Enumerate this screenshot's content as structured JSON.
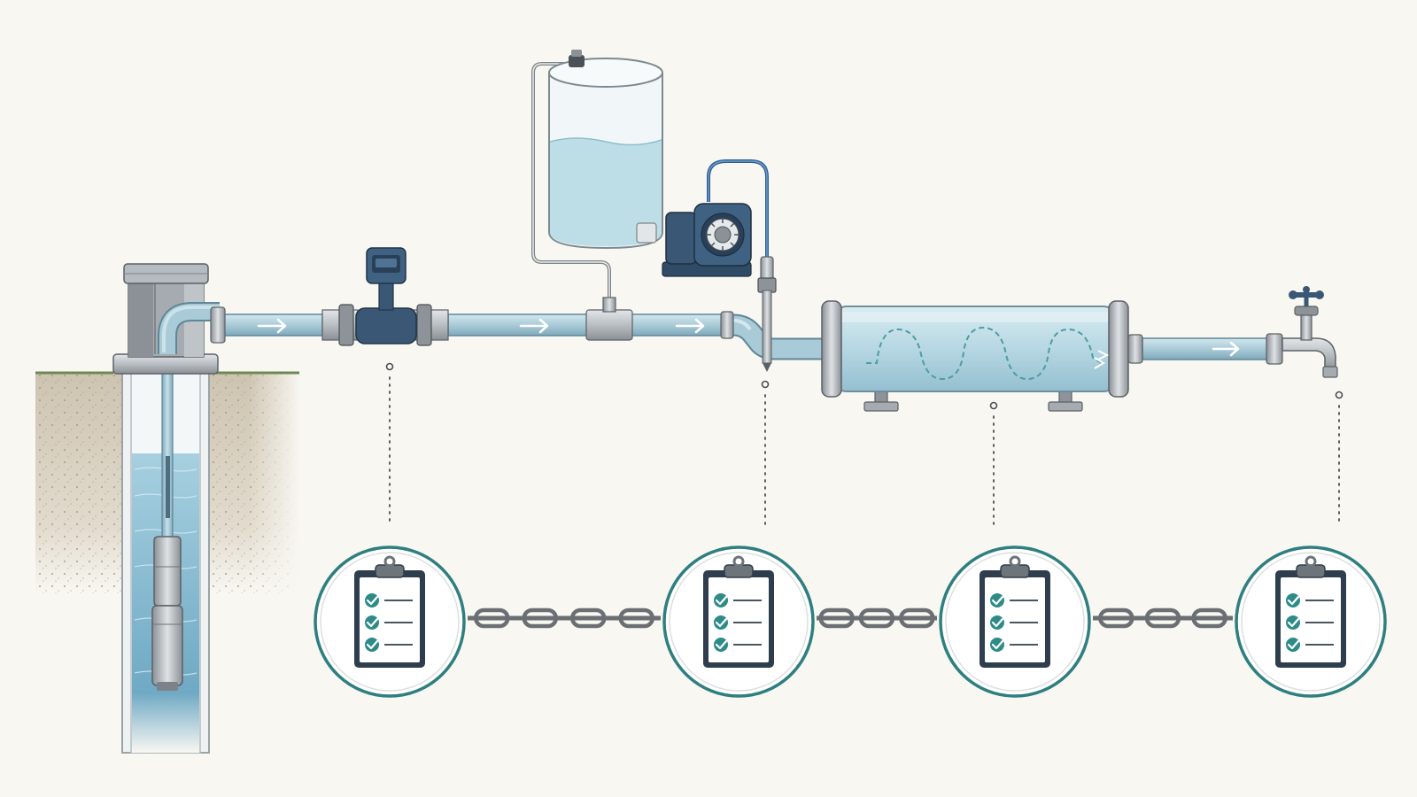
{
  "diagram": {
    "description_text": "",
    "colors": {
      "background": "#f8f7f2",
      "pipe": "#a9cbd8",
      "pipe_dark": "#6f9cae",
      "water": "#8fc1d6",
      "metal": "#b9bec2",
      "metal_dark": "#5c6166",
      "equipment_blue": "#3a5876",
      "checkpoint_ring": "#2f7f80",
      "check_teal": "#2e8b88",
      "chain": "#6b6f73",
      "soil": "#cfc6b5"
    },
    "components": [
      {
        "id": "well",
        "icon": "well-with-submersible-pump-icon"
      },
      {
        "id": "flow-meter",
        "icon": "flow-meter-icon"
      },
      {
        "id": "chemical-tank",
        "icon": "chemical-tank-icon"
      },
      {
        "id": "dosing-pump",
        "icon": "dosing-pump-icon"
      },
      {
        "id": "injection-point",
        "icon": "injection-point-icon"
      },
      {
        "id": "contact-tank",
        "icon": "contact-tank-icon"
      },
      {
        "id": "faucet",
        "icon": "faucet-icon"
      }
    ],
    "checkpoints": [
      {
        "id": "checkpoint-1",
        "icon": "clipboard-checklist-icon",
        "checked_items": 3
      },
      {
        "id": "checkpoint-2",
        "icon": "clipboard-checklist-icon",
        "checked_items": 3
      },
      {
        "id": "checkpoint-3",
        "icon": "clipboard-checklist-icon",
        "checked_items": 3
      },
      {
        "id": "checkpoint-4",
        "icon": "clipboard-checklist-icon",
        "checked_items": 3
      }
    ],
    "links": [
      {
        "from": "checkpoint-1",
        "to": "checkpoint-2",
        "icon": "chain-link-icon"
      },
      {
        "from": "checkpoint-2",
        "to": "checkpoint-3",
        "icon": "chain-link-icon"
      },
      {
        "from": "checkpoint-3",
        "to": "checkpoint-4",
        "icon": "chain-link-icon"
      }
    ]
  }
}
